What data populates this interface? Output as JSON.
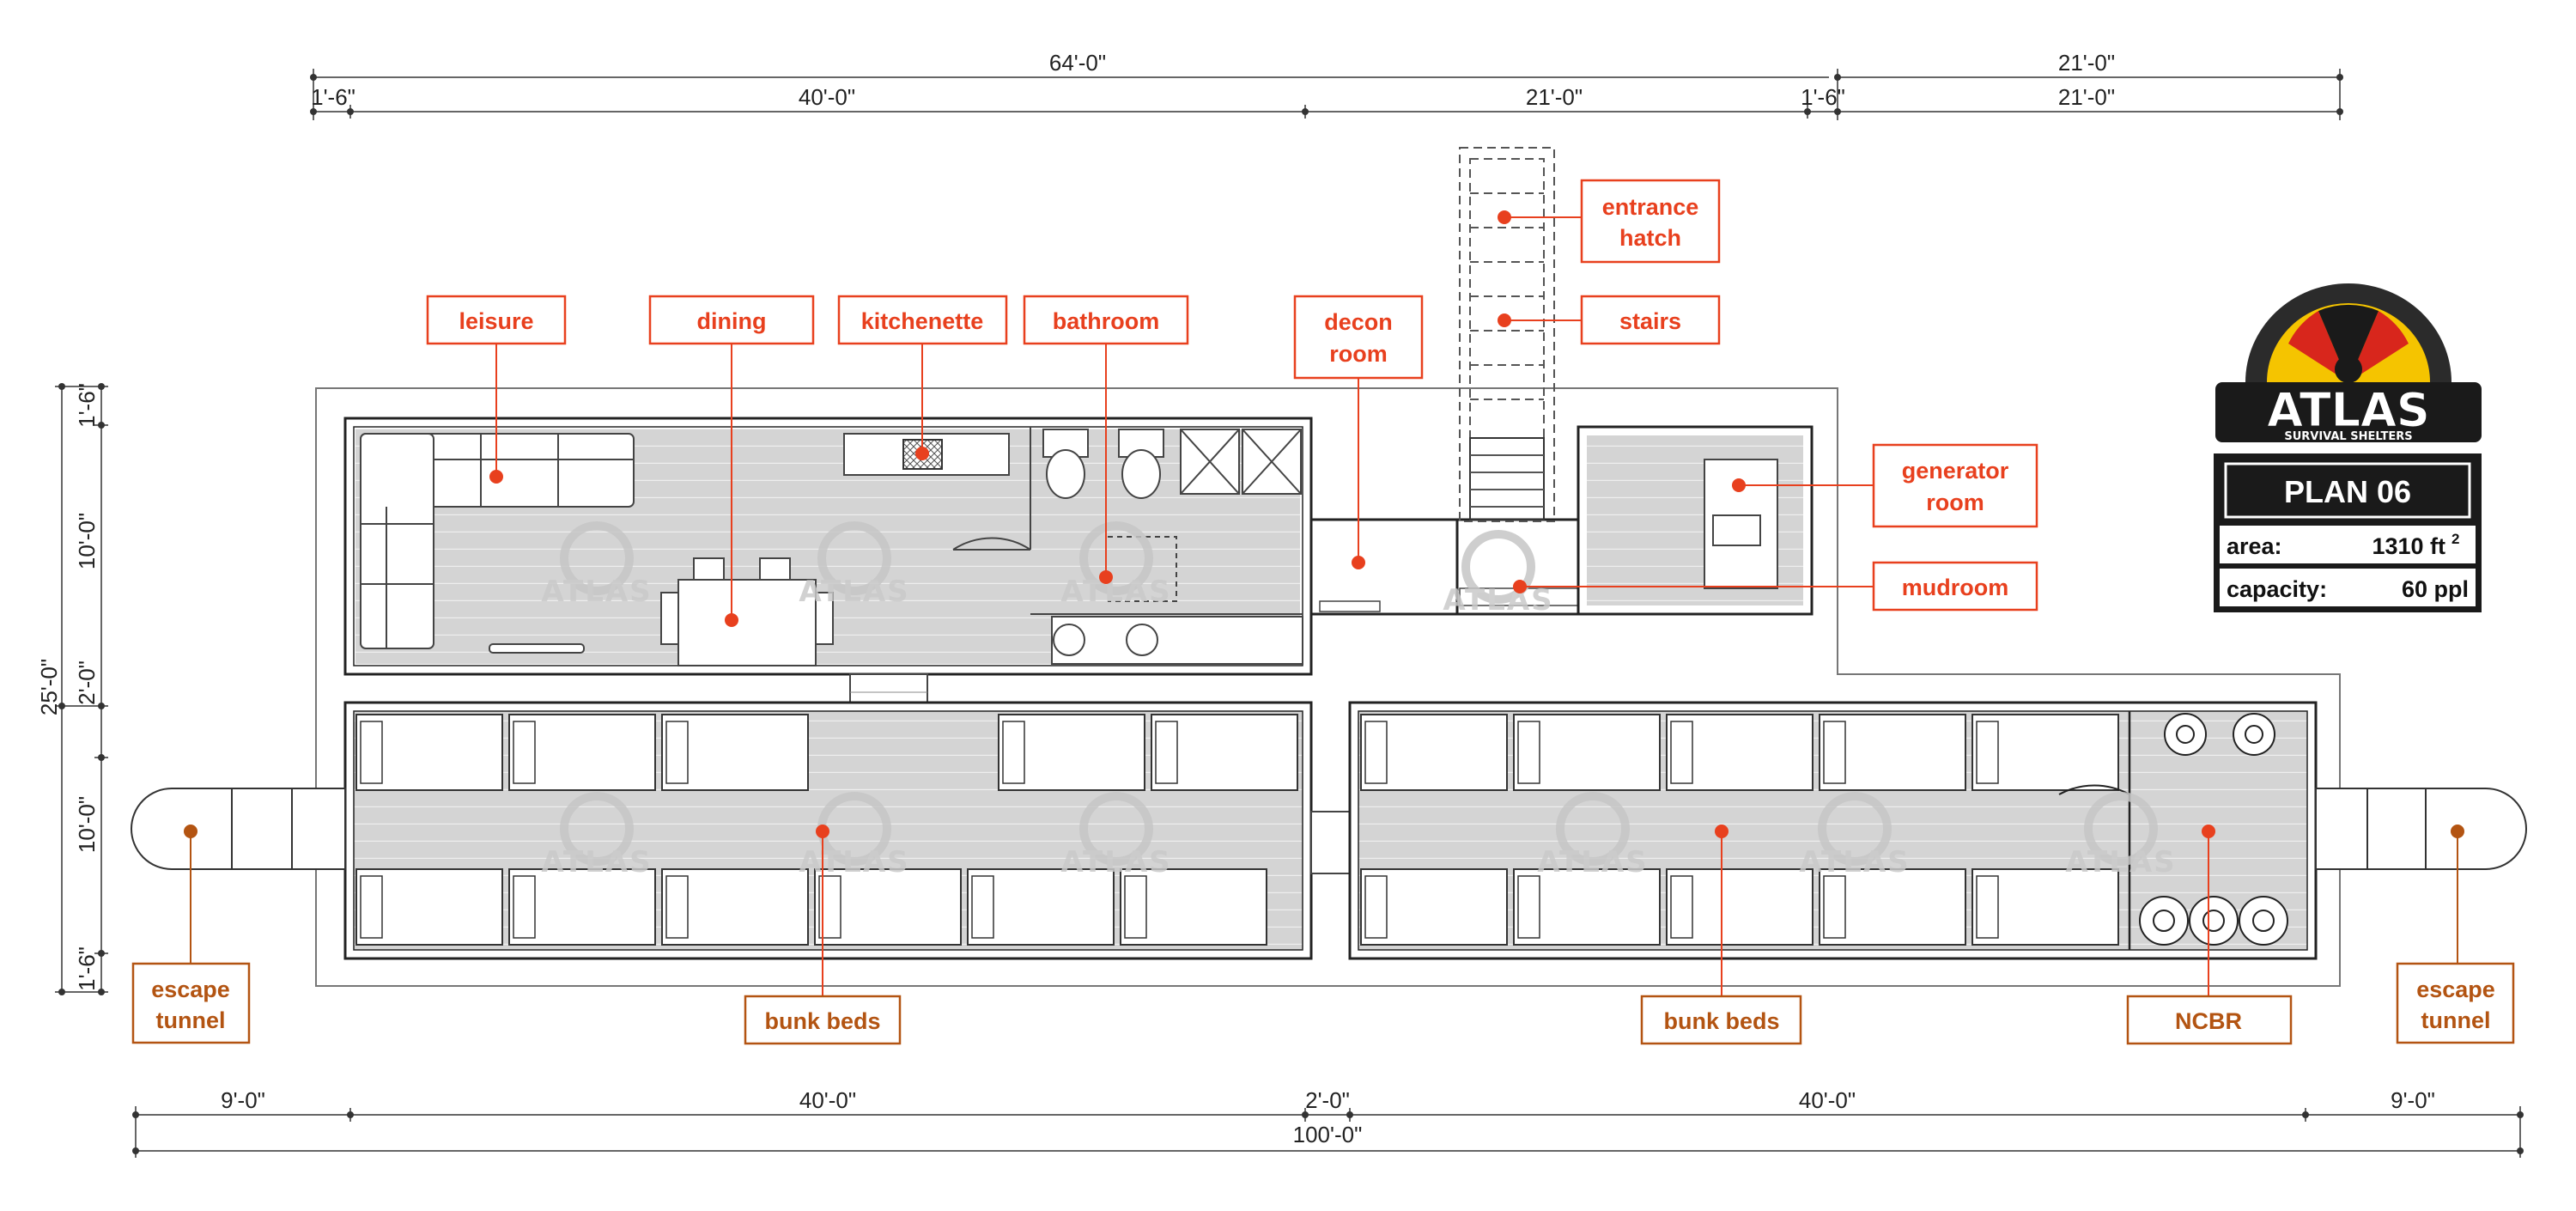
{
  "dimensions": {
    "top_overall": "64'-0\"",
    "top_right_overall": "21'-0\"",
    "top_seg1": "1'-6\"",
    "top_seg2": "40'-0\"",
    "top_seg3": "21'-0\"",
    "top_seg4": "1'-6\"",
    "top_seg5": "21'-0\"",
    "left_overall": "25'-0\"",
    "left_seg1": "1'-6\"",
    "left_seg2": "10'-0\"",
    "left_seg3": "2'-0\"",
    "left_seg4": "10'-0\"",
    "left_seg5": "1'-6\"",
    "bottom_seg1": "9'-0\"",
    "bottom_seg2": "40'-0\"",
    "bottom_seg3": "2'-0\"",
    "bottom_seg4": "40'-0\"",
    "bottom_seg5": "9'-0\"",
    "bottom_overall": "100'-0\""
  },
  "labels": {
    "leisure": "leisure",
    "dining": "dining",
    "kitchenette": "kitchenette",
    "bathroom": "bathroom",
    "decon_line1": "decon",
    "decon_line2": "room",
    "entrance_line1": "entrance",
    "entrance_line2": "hatch",
    "stairs": "stairs",
    "generator_line1": "generator",
    "generator_line2": "room",
    "mudroom": "mudroom",
    "escape_left_line1": "escape",
    "escape_left_line2": "tunnel",
    "bunk_left": "bunk beds",
    "bunk_right": "bunk beds",
    "ncbr": "NCBR",
    "escape_right_line1": "escape",
    "escape_right_line2": "tunnel"
  },
  "logo": {
    "brand": "ATLAS",
    "tagline": "SURVIVAL SHELTERS",
    "watermark": "ATLAS"
  },
  "plan": {
    "title": "PLAN 06",
    "area_label": "area:",
    "area_value": "1310 ft",
    "area_unit_sup": "2",
    "capacity_label": "capacity:",
    "capacity_value": "60 ppl"
  },
  "colors": {
    "label_red": "#e8401e",
    "label_brown": "#b35412",
    "logo_yellow": "#f5c400",
    "logo_red": "#d8261c",
    "floor_gray": "#d6d6d6"
  }
}
